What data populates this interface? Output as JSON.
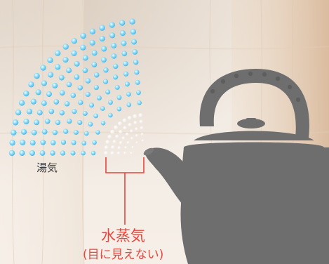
{
  "labels": {
    "steam_visible": "湯気",
    "water_vapor": "水蒸気",
    "water_vapor_note": "(目に見えない)"
  },
  "colors": {
    "kettle": "#6e6e6e",
    "steam_drop": "#57c3ee",
    "vapor_highlight": "#ffffff",
    "annotation": "#e8453c",
    "label_text": "#3a3a3a"
  },
  "icons": {
    "kettle": "kettle-icon"
  }
}
